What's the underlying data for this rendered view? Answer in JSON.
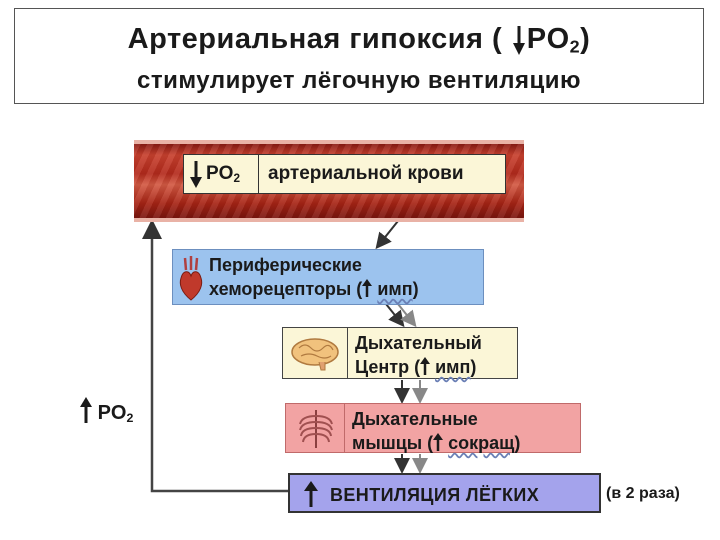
{
  "title": {
    "line1_prefix": "Артериальная гипоксия  (",
    "line1_po": "PO",
    "line1_sub": "2",
    "line1_suffix": ")",
    "line2": "стимулирует лёгочную вентиляцию"
  },
  "blood": {
    "po": "PO",
    "sub": "2",
    "text": "артериальной крови"
  },
  "peripheral": {
    "line1": "Периферические",
    "line2_prefix": "хеморецепторы (",
    "line2_word": "имп",
    "line2_suffix": ")"
  },
  "center": {
    "line1": "Дыхательный",
    "line2_prefix": "Центр (",
    "line2_word": "имп",
    "line2_suffix": ")"
  },
  "muscles": {
    "line1": "Дыхательные",
    "line2_prefix": "мышцы (",
    "line2_word": "сокращ",
    "line2_suffix": ")"
  },
  "ventilation": {
    "text": "ВЕНТИЛЯЦИЯ ЛЁГКИХ",
    "times": "(в 2 раза)"
  },
  "feedback": {
    "po": "PO",
    "sub": "2"
  },
  "colors": {
    "vessel": "#b32a1c",
    "peripheral_box": "#9cc3ee",
    "center_box": "#fbf6d7",
    "muscles_box": "#f2a3a3",
    "ventilation_box": "#a4a3ec"
  }
}
